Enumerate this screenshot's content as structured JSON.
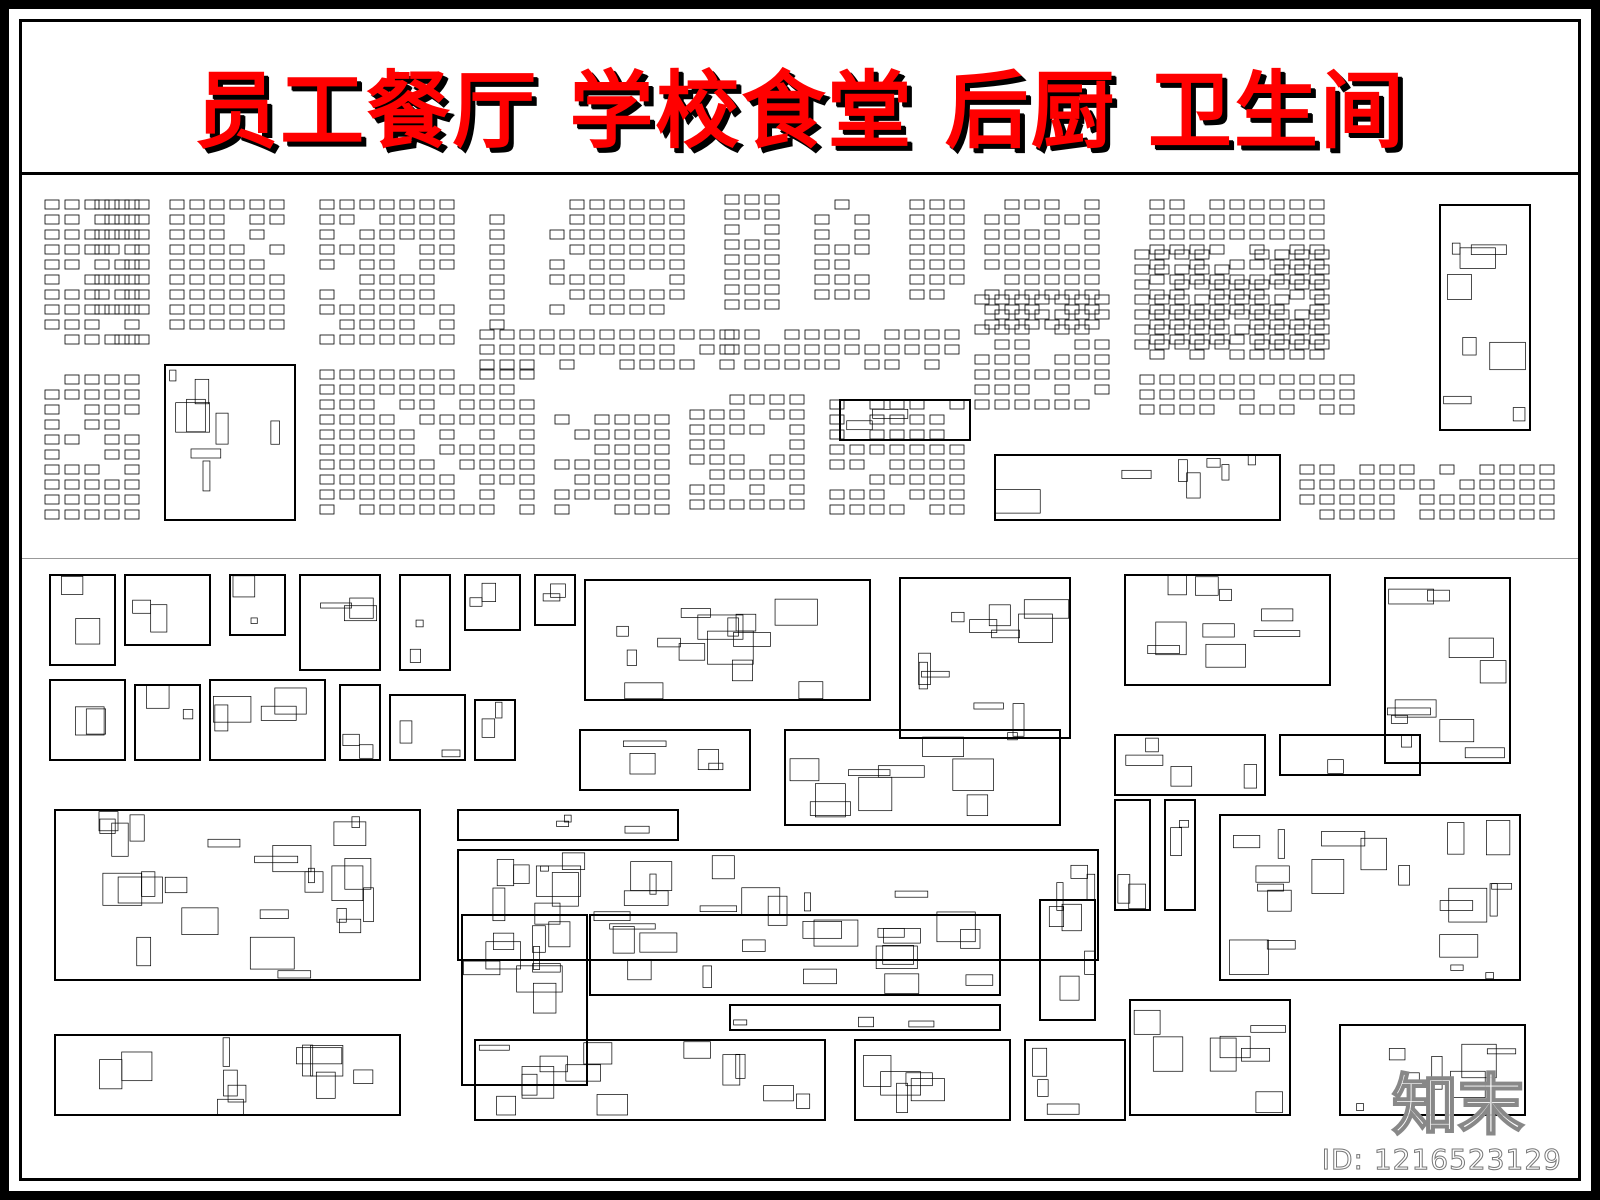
{
  "title": "员工餐厅 学校食堂 后厨 卫生间",
  "sections": {
    "top": "dining-layouts",
    "bottom": "kitchen-and-restroom-floor-plans"
  },
  "watermark": {
    "logo_text": "知末",
    "id_label": "ID: 1216523129"
  },
  "colors": {
    "title": "#ff0000",
    "title_shadow": "#000000",
    "frame": "#000000",
    "drawing_lines": "#000000"
  }
}
